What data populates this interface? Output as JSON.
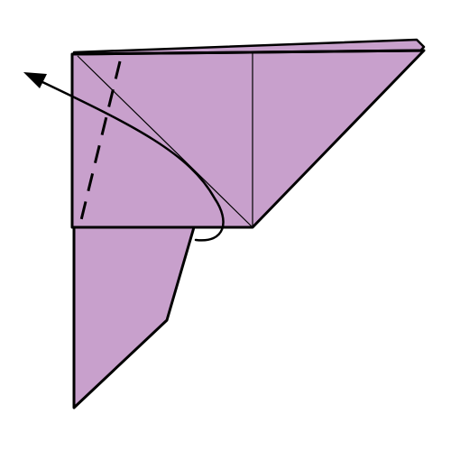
{
  "diagram": {
    "kind": "origami-fold-step",
    "paper_color": "#c8a0cc",
    "line_color": "#000000",
    "background": "#ffffff",
    "symbols": {
      "valley_fold": "dashed-line",
      "fold_direction": "curved-arrow-up-left"
    }
  }
}
